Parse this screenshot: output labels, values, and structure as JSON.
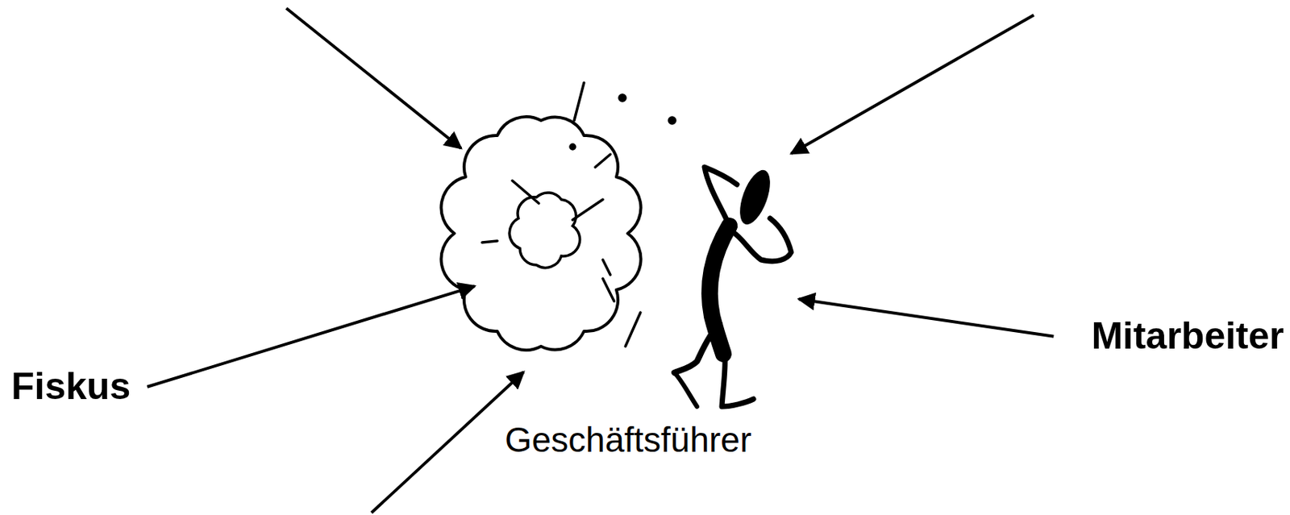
{
  "diagram": {
    "nodes": [
      {
        "text": [
          "Fiskus"
        ]
      },
      {
        "text": [
          "Geschäftsführer"
        ]
      },
      {
        "text": [
          "Mitarbeiter"
        ]
      }
    ],
    "edges": [
      {
        "from": 0,
        "to": 1,
        "arrow": "to"
      },
      {
        "from": 2,
        "to": 1,
        "arrow": "to"
      }
    ]
  }
}
